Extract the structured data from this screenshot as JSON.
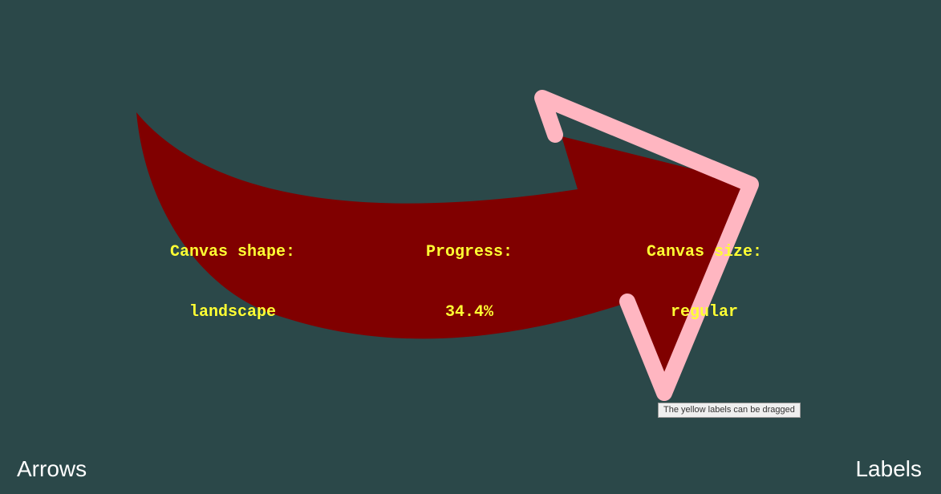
{
  "colors": {
    "background": "#2b4849",
    "arrow_fill": "#800000",
    "arrow_outline": "#ffb6c1",
    "label_text": "#ffff33"
  },
  "labels": {
    "shape": {
      "title": "Canvas shape:",
      "value": "landscape"
    },
    "progress": {
      "title": "Progress:",
      "value": "34.4%"
    },
    "size": {
      "title": "Canvas size:",
      "value": "regular"
    }
  },
  "tooltip": "The yellow labels can be dragged",
  "footer": {
    "left_button": "Arrows",
    "right_button": "Labels"
  }
}
